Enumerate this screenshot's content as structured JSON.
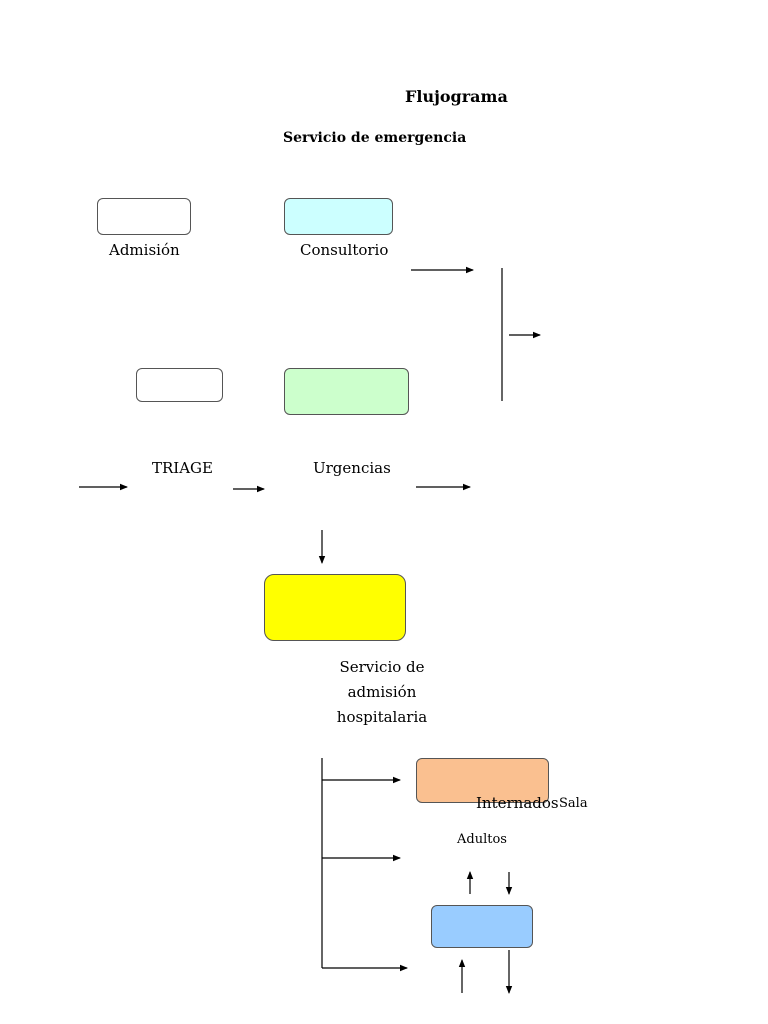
{
  "title": "Flujograma",
  "subtitle": "Servicio de emergencia",
  "nodes": {
    "admision": {
      "label": "Admisión",
      "color": "#ffffff"
    },
    "consultorio": {
      "label": "Consultorio",
      "color": "#ccffff"
    },
    "triage": {
      "label": "TRIAGE",
      "color": "#ffffff"
    },
    "urgencias": {
      "label": "Urgencias",
      "color": "#ccffcc"
    },
    "hospitalaria": {
      "label": "Servicio de\nadmisión\nhospitalaria",
      "color": "#ffff00"
    },
    "internados": {
      "label": "Internados",
      "label_extra": "Sala",
      "color": "#fac090"
    },
    "adultos": {
      "label": "Adultos",
      "color": "#99ccff"
    }
  }
}
